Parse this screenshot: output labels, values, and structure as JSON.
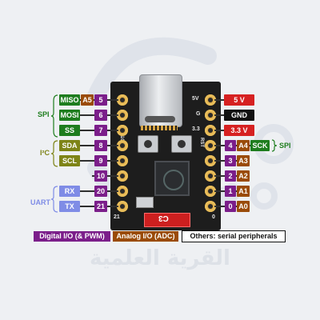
{
  "colors": {
    "digital": "#7b1e8a",
    "analog": "#9a4b08",
    "serial": "#1e7d1e",
    "power": "#d62121",
    "ground": "#111111",
    "spi_group": "#1e7d1e",
    "i2c_group": "#7e8417",
    "uart_group": "#7f8ce6"
  },
  "groups": {
    "spi_left": "SPI",
    "i2c": "I²C",
    "uart": "UART",
    "spi_right": "SPI"
  },
  "left_pins": [
    {
      "func": "MISO",
      "analog": "A5",
      "digital": "5"
    },
    {
      "func": "MOSI",
      "analog": "",
      "digital": "6"
    },
    {
      "func": "SS",
      "analog": "",
      "digital": "7"
    },
    {
      "func": "SDA",
      "analog": "",
      "digital": "8"
    },
    {
      "func": "SCL",
      "analog": "",
      "digital": "9"
    },
    {
      "func": "",
      "analog": "",
      "digital": "10"
    },
    {
      "func": "RX",
      "analog": "",
      "digital": "20"
    },
    {
      "func": "TX",
      "analog": "",
      "digital": "21"
    }
  ],
  "right_pins": [
    {
      "power": "5 V",
      "silk": "5V",
      "digital": "",
      "analog": "",
      "func": ""
    },
    {
      "power": "GND",
      "silk": "G",
      "digital": "",
      "analog": "",
      "func": ""
    },
    {
      "power": "3.3 V",
      "silk": "3.3",
      "digital": "",
      "analog": "",
      "func": ""
    },
    {
      "power": "",
      "silk": "",
      "digital": "4",
      "analog": "A4",
      "func": "SCK"
    },
    {
      "power": "",
      "silk": "",
      "digital": "3",
      "analog": "A3",
      "func": ""
    },
    {
      "power": "",
      "silk": "",
      "digital": "2",
      "analog": "A2",
      "func": ""
    },
    {
      "power": "",
      "silk": "",
      "digital": "1",
      "analog": "A1",
      "func": ""
    },
    {
      "power": "",
      "silk": "",
      "digital": "0",
      "analog": "A0",
      "func": ""
    }
  ],
  "board": {
    "boot_label": "BOOT",
    "rst_label": "RST",
    "chip_label": "C3",
    "corner_left": "21",
    "corner_right": "0"
  },
  "legend": {
    "digital": "Digital I/O (& PWM)",
    "analog": "Analog I/O (ADC)",
    "others": "Others: serial peripherals"
  },
  "watermark": {
    "arabic": "القرية العلمية"
  }
}
